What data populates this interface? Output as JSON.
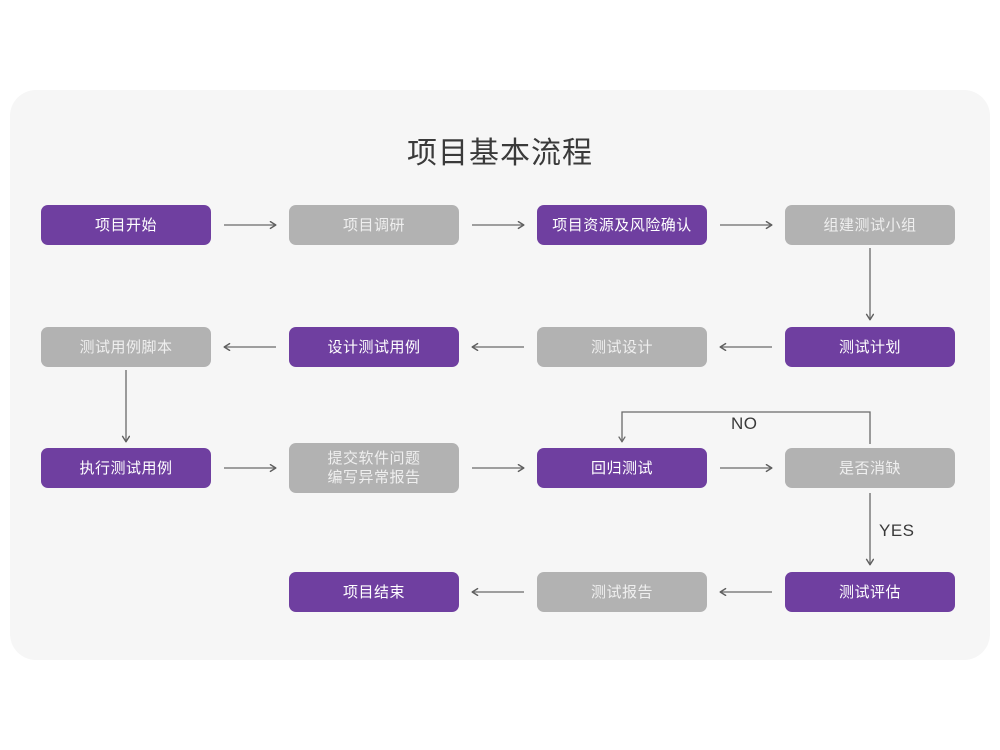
{
  "diagram": {
    "title": "项目基本流程",
    "colors": {
      "purple": "#6f3fa0",
      "gray": "#b2b2b2",
      "panel_background": "#f6f6f6",
      "page_background": "#ffffff",
      "arrow": "#6a6a6a",
      "title_text": "#3a3a3a"
    },
    "nodes": [
      {
        "id": "n1",
        "label": "项目开始",
        "style": "purple",
        "row": 1,
        "col": 1
      },
      {
        "id": "n2",
        "label": "项目调研",
        "style": "gray",
        "row": 1,
        "col": 2
      },
      {
        "id": "n3",
        "label": "项目资源及风险确认",
        "style": "purple",
        "row": 1,
        "col": 3
      },
      {
        "id": "n4",
        "label": "组建测试小组",
        "style": "gray",
        "row": 1,
        "col": 4
      },
      {
        "id": "n5",
        "label": "测试用例脚本",
        "style": "gray",
        "row": 2,
        "col": 1
      },
      {
        "id": "n6",
        "label": "设计测试用例",
        "style": "purple",
        "row": 2,
        "col": 2
      },
      {
        "id": "n7",
        "label": "测试设计",
        "style": "gray",
        "row": 2,
        "col": 3
      },
      {
        "id": "n8",
        "label": "测试计划",
        "style": "purple",
        "row": 2,
        "col": 4
      },
      {
        "id": "n9",
        "label": "执行测试用例",
        "style": "purple",
        "row": 3,
        "col": 1
      },
      {
        "id": "n10",
        "label": "提交软件问题\n编写异常报告",
        "style": "gray",
        "row": 3,
        "col": 2
      },
      {
        "id": "n11",
        "label": "回归测试",
        "style": "purple",
        "row": 3,
        "col": 3
      },
      {
        "id": "n12",
        "label": "是否消缺",
        "style": "gray",
        "row": 3,
        "col": 4
      },
      {
        "id": "n13",
        "label": "项目结束",
        "style": "purple",
        "row": 4,
        "col": 2
      },
      {
        "id": "n14",
        "label": "测试报告",
        "style": "gray",
        "row": 4,
        "col": 3
      },
      {
        "id": "n15",
        "label": "测试评估",
        "style": "purple",
        "row": 4,
        "col": 4
      }
    ],
    "edge_labels": {
      "no": "NO",
      "yes": "YES"
    },
    "connections": [
      {
        "from": "项目开始",
        "to": "项目调研",
        "direction": "right"
      },
      {
        "from": "项目调研",
        "to": "项目资源及风险确认",
        "direction": "right"
      },
      {
        "from": "项目资源及风险确认",
        "to": "组建测试小组",
        "direction": "right"
      },
      {
        "from": "组建测试小组",
        "to": "测试计划",
        "direction": "down"
      },
      {
        "from": "测试计划",
        "to": "测试设计",
        "direction": "left"
      },
      {
        "from": "测试设计",
        "to": "设计测试用例",
        "direction": "left"
      },
      {
        "from": "设计测试用例",
        "to": "测试用例脚本",
        "direction": "left"
      },
      {
        "from": "测试用例脚本",
        "to": "执行测试用例",
        "direction": "down"
      },
      {
        "from": "执行测试用例",
        "to": "提交软件问题编写异常报告",
        "direction": "right"
      },
      {
        "from": "提交软件问题编写异常报告",
        "to": "回归测试",
        "direction": "right"
      },
      {
        "from": "回归测试",
        "to": "是否消缺",
        "direction": "right"
      },
      {
        "from": "是否消缺",
        "to": "回归测试",
        "direction": "loop",
        "label": "NO"
      },
      {
        "from": "是否消缺",
        "to": "测试评估",
        "direction": "down",
        "label": "YES"
      },
      {
        "from": "测试评估",
        "to": "测试报告",
        "direction": "left"
      },
      {
        "from": "测试报告",
        "to": "项目结束",
        "direction": "left"
      }
    ]
  }
}
